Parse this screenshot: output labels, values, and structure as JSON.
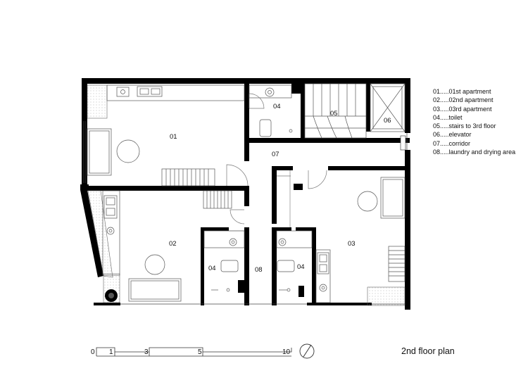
{
  "rooms": {
    "r01": "01",
    "r02": "02",
    "r03": "03",
    "r04a": "04",
    "r04b": "04",
    "r04c": "04",
    "r05": "05",
    "r06": "06",
    "r07": "07",
    "r08": "08"
  },
  "legend": [
    "01.....01st apartment",
    "02.....02nd apartment",
    "03.....03rd apartment",
    "04.....toilet",
    "05.....stairs to 3rd floor",
    "06.....elevator",
    "07.....corridor",
    "08.....laundry and drying area"
  ],
  "scale": {
    "ticks": [
      "0",
      "1",
      "3",
      "5",
      "10"
    ]
  },
  "title": "2nd floor plan",
  "icons": [
    "north-arrow-icon",
    "sink-icon",
    "toilet-icon",
    "door-swing-icon",
    "stairs-icon",
    "elevator-icon"
  ]
}
